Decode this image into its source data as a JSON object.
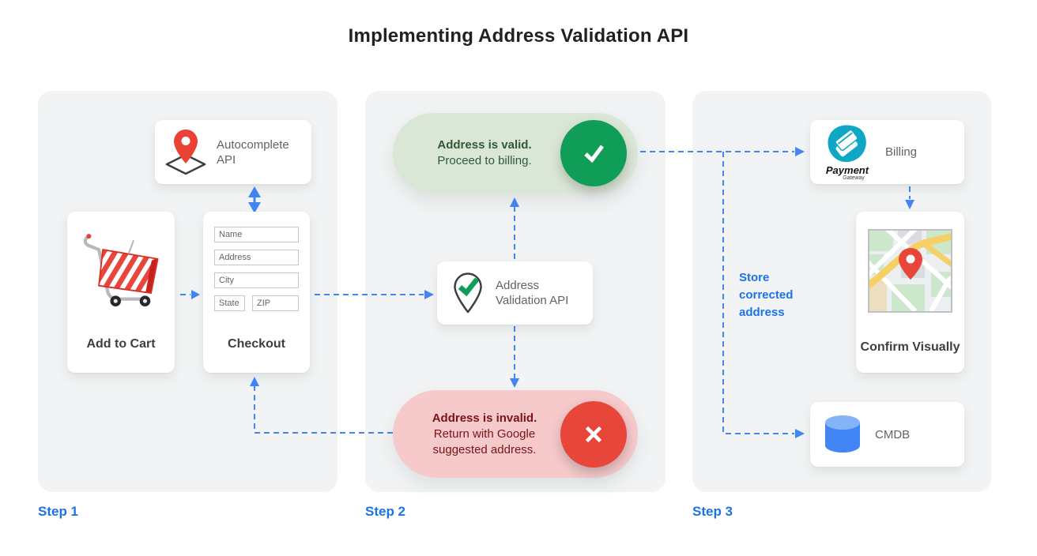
{
  "title": "Implementing Address Validation API",
  "step1": {
    "label": "Step 1",
    "autocomplete_api": {
      "label": "Autocomplete API",
      "icon": "map-pin-diamond-icon"
    },
    "add_to_cart": {
      "label": "Add to Cart",
      "icon": "shopping-cart-icon"
    },
    "checkout": {
      "label": "Checkout",
      "fields": {
        "name": "Name",
        "address": "Address",
        "city": "City",
        "state": "State",
        "zip": "ZIP"
      }
    }
  },
  "step2": {
    "label": "Step 2",
    "valid_result": {
      "title": "Address is valid.",
      "subtitle": "Proceed to billing.",
      "icon": "check-circle-icon"
    },
    "validation_api": {
      "label": "Address Validation API",
      "icon": "pin-check-icon"
    },
    "invalid_result": {
      "title": "Address is invalid.",
      "subtitle": "Return with Google suggested address.",
      "icon": "x-circle-icon"
    }
  },
  "step3": {
    "label": "Step 3",
    "billing": {
      "label": "Billing",
      "logo_title": "Payment",
      "logo_subtitle": "Gateway",
      "icon": "payment-gateway-logo"
    },
    "store_note": "Store corrected address",
    "confirm_visually": {
      "label": "Confirm Visually",
      "icon": "map-thumbnail"
    },
    "cmdb": {
      "label": "CMDB",
      "icon": "database-cylinder-icon"
    }
  },
  "colors": {
    "arrow_blue": "#4285f4",
    "step_label_blue": "#1a73e8",
    "valid_green": "#0f9d58",
    "valid_pill_bg": "#dbe7d6",
    "valid_text": "#2f5a38",
    "invalid_red": "#e8453b",
    "invalid_pill_bg": "#f6c9ca",
    "invalid_text": "#7c1316",
    "panel_bg": "#f1f3f4",
    "muted_text": "#5f6368",
    "title_text": "#202124"
  }
}
